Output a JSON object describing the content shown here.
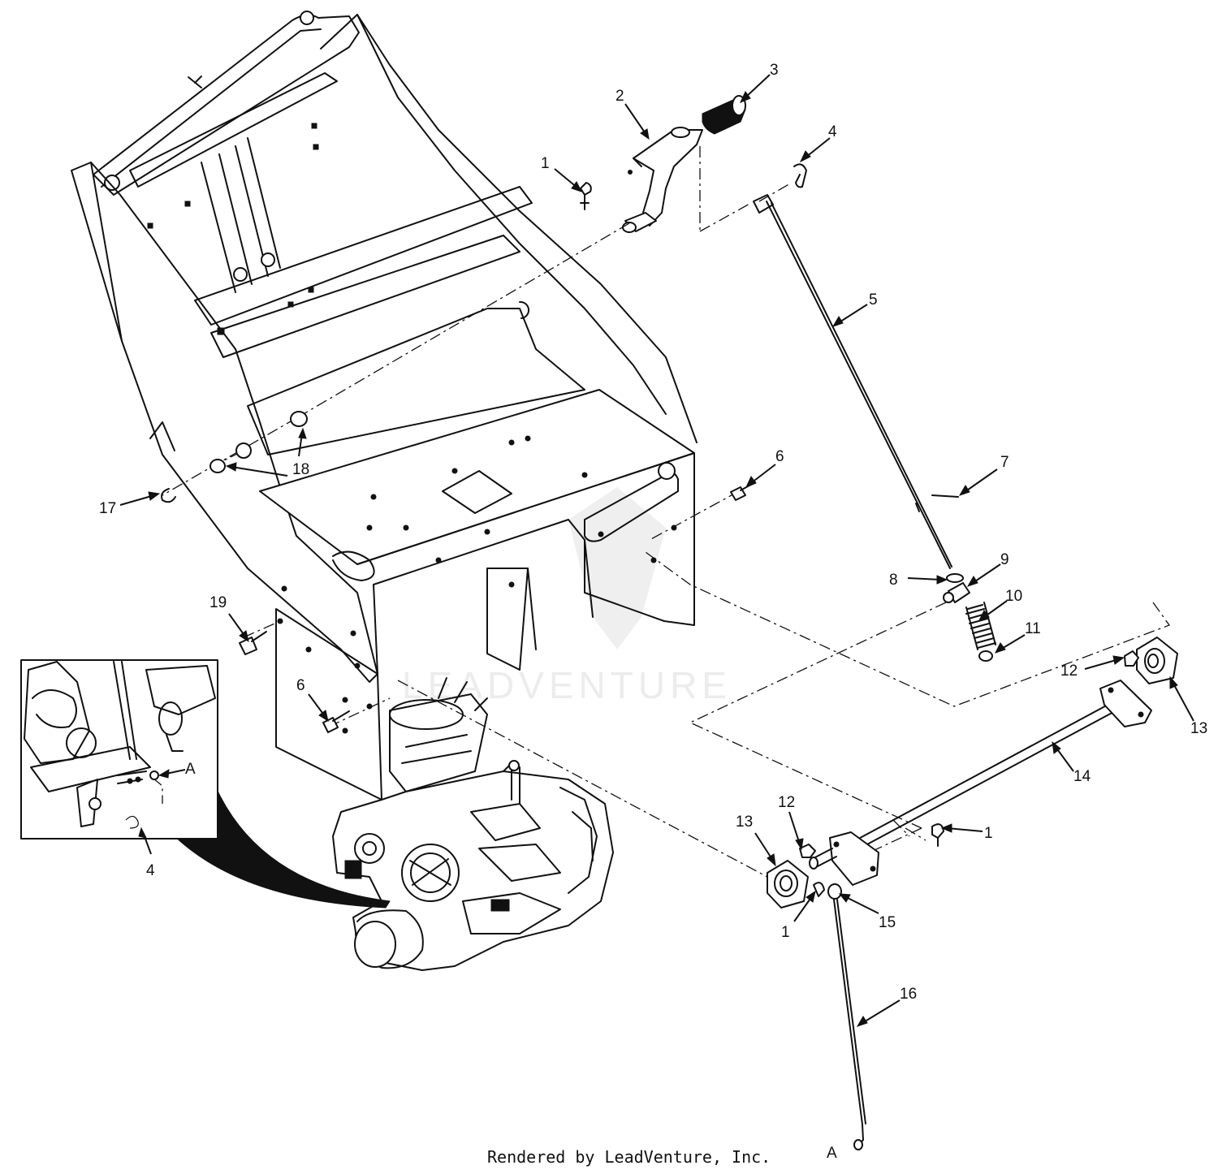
{
  "callouts": [
    {
      "label": "1"
    },
    {
      "label": "2"
    },
    {
      "label": "3"
    },
    {
      "label": "4"
    },
    {
      "label": "5"
    },
    {
      "label": "6"
    },
    {
      "label": "7"
    },
    {
      "label": "8"
    },
    {
      "label": "9"
    },
    {
      "label": "10"
    },
    {
      "label": "11"
    },
    {
      "label": "12"
    },
    {
      "label": "13"
    },
    {
      "label": "14"
    },
    {
      "label": "1"
    },
    {
      "label": "15"
    },
    {
      "label": "16"
    },
    {
      "label": "17"
    },
    {
      "label": "18"
    },
    {
      "label": "19"
    },
    {
      "label": "6"
    },
    {
      "label": "13"
    },
    {
      "label": "12"
    },
    {
      "label": "1"
    },
    {
      "label": "4"
    }
  ],
  "detail": {
    "inset_ref": "A",
    "rod_end_ref": "A"
  },
  "watermark": {
    "text": "LEADVENTURE"
  },
  "footer": {
    "rendered_by": "Rendered by LeadVenture, Inc."
  }
}
